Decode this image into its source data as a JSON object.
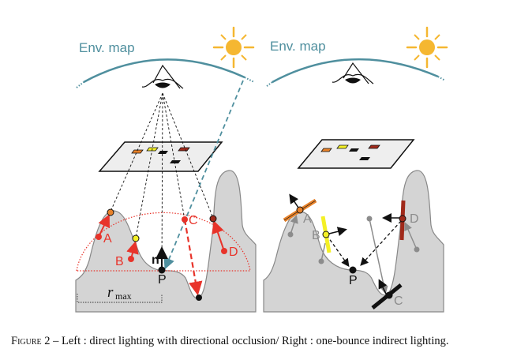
{
  "figure": {
    "left_panel": {
      "env_label": "Env. map",
      "points": [
        "A",
        "B",
        "C",
        "D"
      ],
      "receiver_label": "P",
      "normal_label": "n",
      "radius_label": "r",
      "radius_subscript": "max"
    },
    "right_panel": {
      "env_label": "Env. map",
      "points": [
        "A",
        "B",
        "C",
        "D"
      ],
      "receiver_label": "P"
    },
    "colors": {
      "env_arc": "#4f8f9e",
      "sun": "#f5b731",
      "point_A": "#e8822a",
      "point_B": "#f4f025",
      "point_D": "#a0291a",
      "occlusion": "#e8332a",
      "terrain": "#d4d4d4"
    },
    "caption": {
      "label": "Figure 2",
      "text": " – Left : direct lighting with directional occlusion/ Right : one-bounce indirect lighting."
    }
  }
}
